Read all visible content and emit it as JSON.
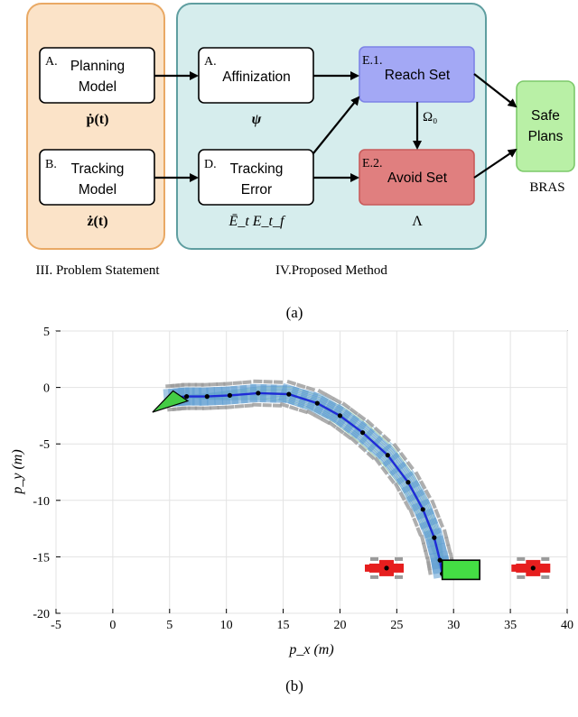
{
  "diagram": {
    "sections": {
      "problem": "III. Problem Statement",
      "proposed": "IV.Proposed Method"
    },
    "boxes": {
      "a1": {
        "tag": "A.",
        "line1": "Planning",
        "line2": "Model",
        "under": "ṗ(t)"
      },
      "b1": {
        "tag": "B.",
        "line1": "Tracking",
        "line2": "Model",
        "under": "ż(t)"
      },
      "a2": {
        "tag": "A.",
        "line1": "Affinization",
        "under": "ψ"
      },
      "d": {
        "tag": "D.",
        "line1": "Tracking",
        "line2": "Error",
        "under": "Ē_t E_t_f"
      },
      "e1": {
        "tag": "E.1.",
        "line1": "Reach Set",
        "side": "Ω₀"
      },
      "e2": {
        "tag": "E.2.",
        "line1": "Avoid Set",
        "under": "Λ"
      },
      "safe": {
        "line1": "Safe",
        "line2": "Plans",
        "under": "BRAS"
      }
    },
    "caption": "(a)",
    "colors": {
      "problem_bg": "#fbe3c8",
      "problem_border": "#e9a965",
      "proposed_bg": "#d6eded",
      "proposed_border": "#5f9ea0",
      "reach": "#a3a8f5",
      "avoid": "#e07f7f",
      "safe": "#b9f0a6"
    }
  },
  "plot": {
    "caption": "(b)",
    "xlabel": "p_x (m)",
    "ylabel": "p_y (m)",
    "xticks": [
      "-5",
      "0",
      "5",
      "10",
      "15",
      "20",
      "25",
      "30",
      "35",
      "40"
    ],
    "yticks": [
      "5",
      "0",
      "-5",
      "-10",
      "-15",
      "-20"
    ]
  },
  "chart_data": {
    "type": "line",
    "xlim": [
      -5,
      40
    ],
    "ylim": [
      -20,
      5
    ],
    "grid": true,
    "series": [
      {
        "x": [
          5.2,
          6.5,
          8.3,
          10.3,
          12.8,
          15.5,
          18.0,
          20.0,
          22.0,
          24.2,
          26.0,
          27.3,
          28.3,
          28.8,
          29.0
        ],
        "y": [
          -0.9,
          -0.8,
          -0.8,
          -0.7,
          -0.5,
          -0.6,
          -1.4,
          -2.5,
          -4.0,
          -6.0,
          -8.4,
          -10.8,
          -13.3,
          -15.3,
          -16.5
        ]
      }
    ],
    "obstacle_cars": [
      {
        "x": 24.1,
        "y": -16.0,
        "color": "#e61e1e"
      },
      {
        "x": 37.0,
        "y": -16.0,
        "color": "#e61e1e"
      }
    ],
    "goal": {
      "x_range": [
        29.0,
        32.3
      ],
      "y_range": [
        -17.0,
        -15.3
      ],
      "color": "#44dd44"
    },
    "start_triangle": {
      "x": [
        3.5,
        5.3,
        6.6
      ],
      "y": [
        -2.2,
        -0.3,
        -1.2
      ],
      "color": "#44cc44"
    }
  }
}
